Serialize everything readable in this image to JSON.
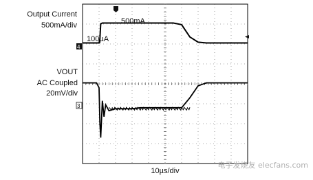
{
  "chart_data": {
    "type": "line",
    "title": "",
    "timebase": "10µs/div",
    "x_divisions": 10,
    "y_divisions": 8,
    "grid": true,
    "x": [
      0,
      0.4,
      0.85,
      1.0,
      1.05,
      1.1,
      1.2,
      1.3,
      1.4,
      1.6,
      2.0,
      2.5,
      3.0,
      3.5,
      4.0,
      4.5,
      5.0,
      5.5,
      6.0,
      6.5,
      7.0,
      7.5,
      8.0,
      8.5,
      9.0,
      9.5,
      10.0
    ],
    "series": [
      {
        "name": "Output Current",
        "channel_marker": "4",
        "scale": "500mA/div",
        "low_label": "100µA",
        "high_label": "500mA",
        "values_mA": [
          0.1,
          0.1,
          0.1,
          0.1,
          100,
          480,
          500,
          500,
          500,
          500,
          500,
          500,
          500,
          500,
          500,
          500,
          500,
          500,
          460,
          150,
          20,
          0.1,
          0.1,
          0.1,
          0.1,
          0.1,
          0.1
        ]
      },
      {
        "name": "VOUT",
        "coupling": "AC Coupled",
        "channel_marker": "3",
        "scale": "20mV/div",
        "values_mV": [
          0,
          0,
          0,
          -5,
          -40,
          -55,
          -18,
          -34,
          -22,
          -28,
          -26,
          -26,
          -26,
          -25,
          -25,
          -25,
          -25,
          -25,
          -25,
          -15,
          -3,
          0,
          0,
          0,
          0,
          0,
          0
        ]
      }
    ]
  },
  "watermark": "电子发烧友 elecfans.com"
}
